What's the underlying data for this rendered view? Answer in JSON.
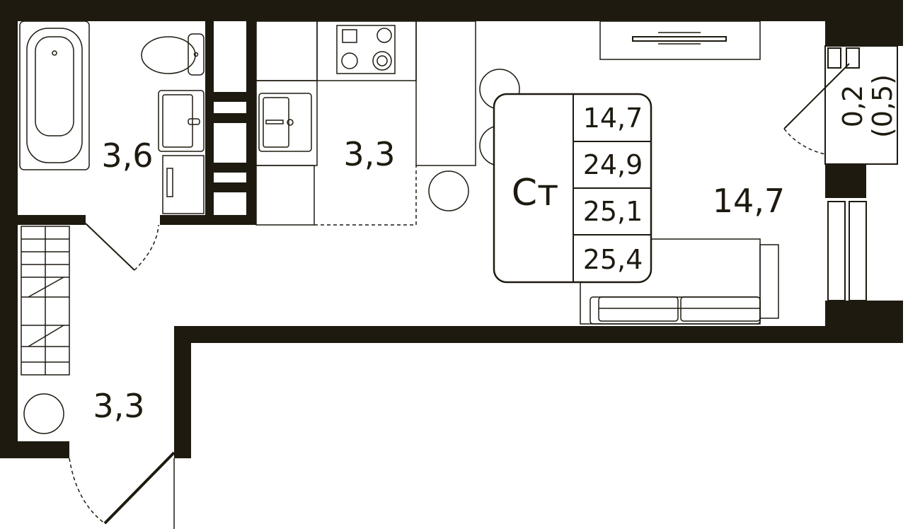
{
  "plan": {
    "apartment_type": "Ст",
    "totals": [
      "14,7",
      "24,9",
      "25,1",
      "25,4"
    ],
    "rooms": {
      "bathroom": "3,6",
      "kitchen": "3,3",
      "hallway": "3,3",
      "living": "14,7"
    },
    "balcony": {
      "area": "0,2",
      "area_reduced": "(0,5)"
    },
    "colors": {
      "wall": "#1e1a10",
      "background": "#ffffff"
    }
  }
}
